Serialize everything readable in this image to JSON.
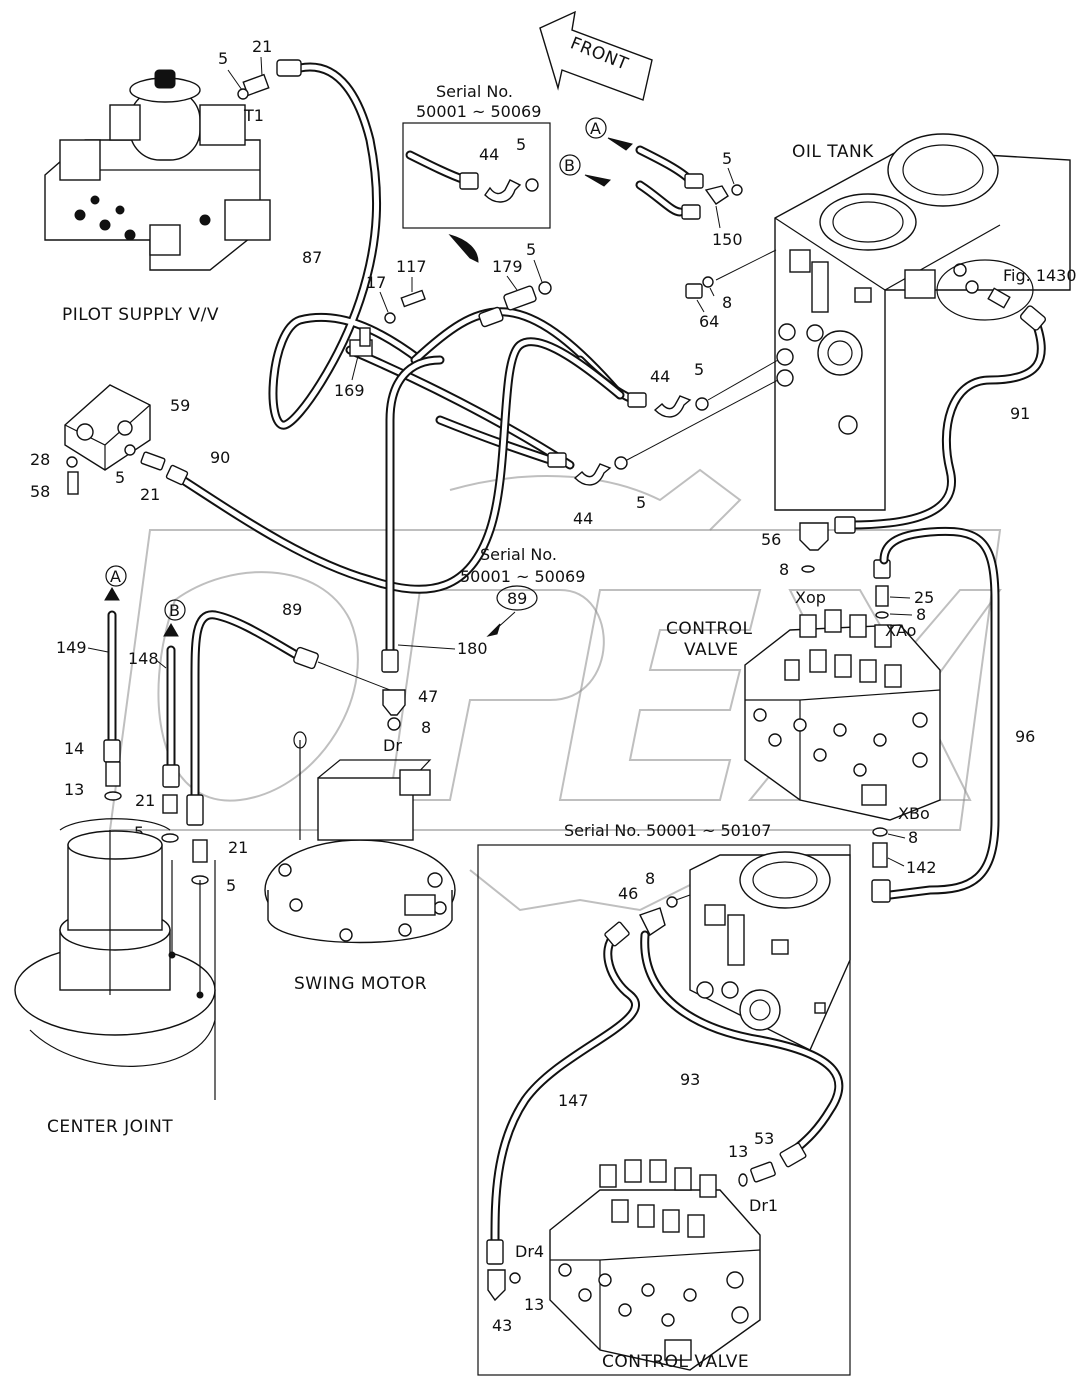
{
  "header": {
    "front_label": "FRONT"
  },
  "captions": {
    "pilot_supply": "PILOT SUPPLY V/V",
    "oil_tank": "OIL TANK",
    "control_valve_upper_line1": "CONTROL",
    "control_valve_upper_line2": "VALVE",
    "swing_motor": "SWING MOTOR",
    "center_joint": "CENTER JOINT",
    "control_valve_lower": "CONTROL VALVE"
  },
  "serial_notes": {
    "inset_top_line1": "Serial No.",
    "inset_top_line2": "50001 ~ 50069",
    "mid_line1": "Serial No.",
    "mid_line2": "50001 ~ 50069",
    "mid_circled_part": "89",
    "lower_box": "Serial No. 50001 ~ 50107"
  },
  "reference": {
    "fig": "Fig. 1430"
  },
  "flow_markers": {
    "a": "A",
    "b": "B"
  },
  "ports": {
    "t1": "T1",
    "xop": "Xop",
    "xao": "XAo",
    "xbo": "XBo",
    "dr": "Dr",
    "dr1": "Dr1",
    "dr4": "Dr4"
  },
  "parts": {
    "p5_pilot": "5",
    "p21_pilot": "21",
    "p87": "87",
    "p17": "17",
    "p117": "117",
    "p169": "169",
    "p179": "179",
    "p5_179": "5",
    "p44_inset": "44",
    "p5_inset": "5",
    "p5_a": "5",
    "p150": "150",
    "p8_tank": "8",
    "p64": "64",
    "p44_mid": "44",
    "p5_mid": "5",
    "p44_low": "44",
    "p5_low": "5",
    "p91": "91",
    "p59": "59",
    "p28": "28",
    "p58": "58",
    "p5_59": "5",
    "p21_59": "21",
    "p90": "90",
    "p56": "56",
    "p8_xop": "8",
    "p25": "25",
    "p8_xao": "8",
    "p96": "96",
    "p149": "149",
    "p148": "148",
    "p89": "89",
    "p180": "180",
    "p47": "47",
    "p8_dr": "8",
    "p14": "14",
    "p13_cj": "13",
    "p21_b": "21",
    "p5_b": "5",
    "p21_c": "21",
    "p5_c": "5",
    "p8_xbo": "8",
    "p142": "142",
    "p8_46": "8",
    "p46": "46",
    "p93": "93",
    "p147": "147",
    "p13_dr1": "13",
    "p53": "53",
    "p13_dr4": "13",
    "p43": "43"
  }
}
